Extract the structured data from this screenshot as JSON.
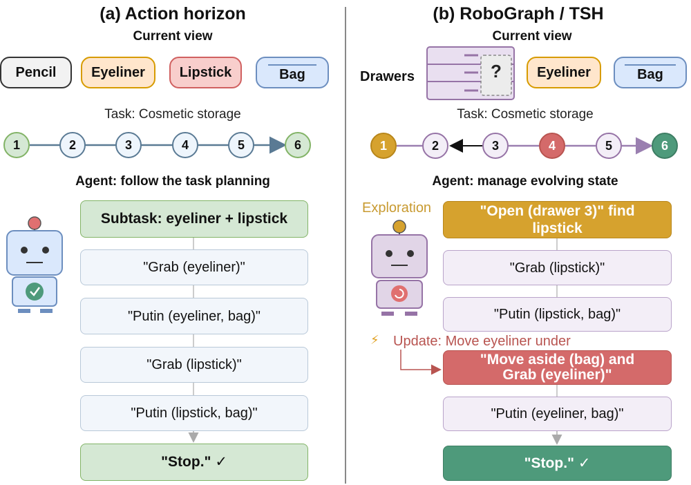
{
  "panel_a": {
    "title": "(a) Action horizon",
    "current_view": "Current view",
    "objects": [
      "Pencil",
      "Eyeliner",
      "Lipstick",
      "Bag"
    ],
    "task": "Task: Cosmetic storage",
    "nodes": [
      "1",
      "2",
      "3",
      "4",
      "5",
      "6"
    ],
    "agent_label": "Agent: follow the task planning",
    "subtask": "Subtask: eyeliner + lipstick",
    "steps": [
      "\"Grab (eyeliner)\"",
      "\"Putin (eyeliner, bag)\"",
      "\"Grab (lipstick)\"",
      "\"Putin (lipstick, bag)\""
    ],
    "stop": "\"Stop.\" ✓"
  },
  "panel_b": {
    "title": "(b) RoboGraph / TSH",
    "current_view": "Current view",
    "drawers_label": "Drawers",
    "drawer_question": "?",
    "objects": [
      "Eyeliner",
      "Bag"
    ],
    "task": "Task: Cosmetic storage",
    "nodes": [
      "1",
      "2",
      "3",
      "4",
      "5",
      "6"
    ],
    "agent_label": "Agent: manage evolving state",
    "exploration_label": "Exploration",
    "exploration_action": "\"Open (drawer 3)\" find lipstick",
    "steps": [
      "\"Grab (lipstick)\"",
      "\"Putin (lipstick, bag)\""
    ],
    "update_icon": "⚡",
    "update_label": "Update: Move eyeliner under",
    "update_action": "\"Move aside (bag) and Grab (eyeliner)\"",
    "final_step": "\"Putin (eyeliner, bag)\"",
    "stop": "\"Stop.\" ✓"
  },
  "colors": {
    "green_fill": "#d5e8d4",
    "green_border": "#82b366",
    "orange_fill": "#ffe6cc",
    "orange_border": "#d79b00",
    "red_fill": "#f8cecc",
    "red_border": "#b85450",
    "blue_fill": "#dae8fc",
    "blue_border": "#6c8ebf",
    "gray_fill": "#f5f5f5",
    "gray_border": "#666666",
    "purple_fill": "#e1d5e7",
    "purple_border": "#9673a6",
    "gold": "#d6a22e",
    "teal": "#4e9a7b",
    "crimson": "#d46a6a"
  }
}
